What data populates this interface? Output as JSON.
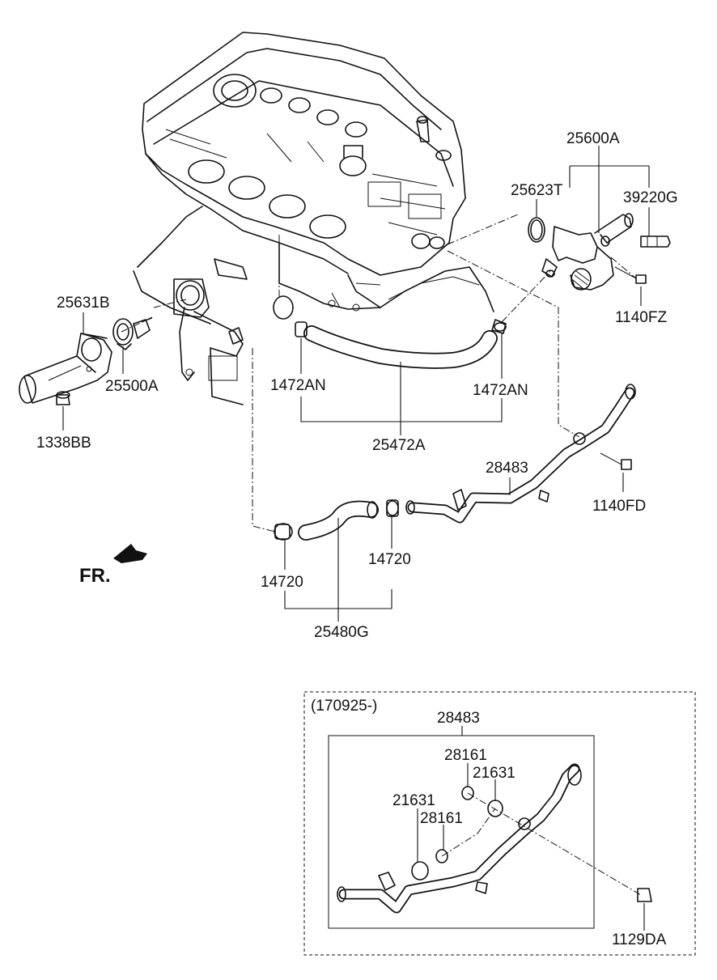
{
  "figure": {
    "direction_label": "FR.",
    "variant_label": "(170925-)"
  },
  "parts": {
    "p25600A": "25600A",
    "p25623T": "25623T",
    "p39220G": "39220G",
    "p1140FZ": "1140FZ",
    "p25631B": "25631B",
    "p25500A": "25500A",
    "p1338BB": "1338BB",
    "p1472AN_left": "1472AN",
    "p1472AN_right": "1472AN",
    "p25472A": "25472A",
    "p28483": "28483",
    "p1140FD": "1140FD",
    "p14720_left": "14720",
    "p14720_right": "14720",
    "p25480G": "25480G",
    "inset_28483": "28483",
    "inset_28161_top": "28161",
    "inset_21631_top": "21631",
    "inset_21631_left": "21631",
    "inset_28161_left": "28161",
    "inset_1129DA": "1129DA"
  }
}
